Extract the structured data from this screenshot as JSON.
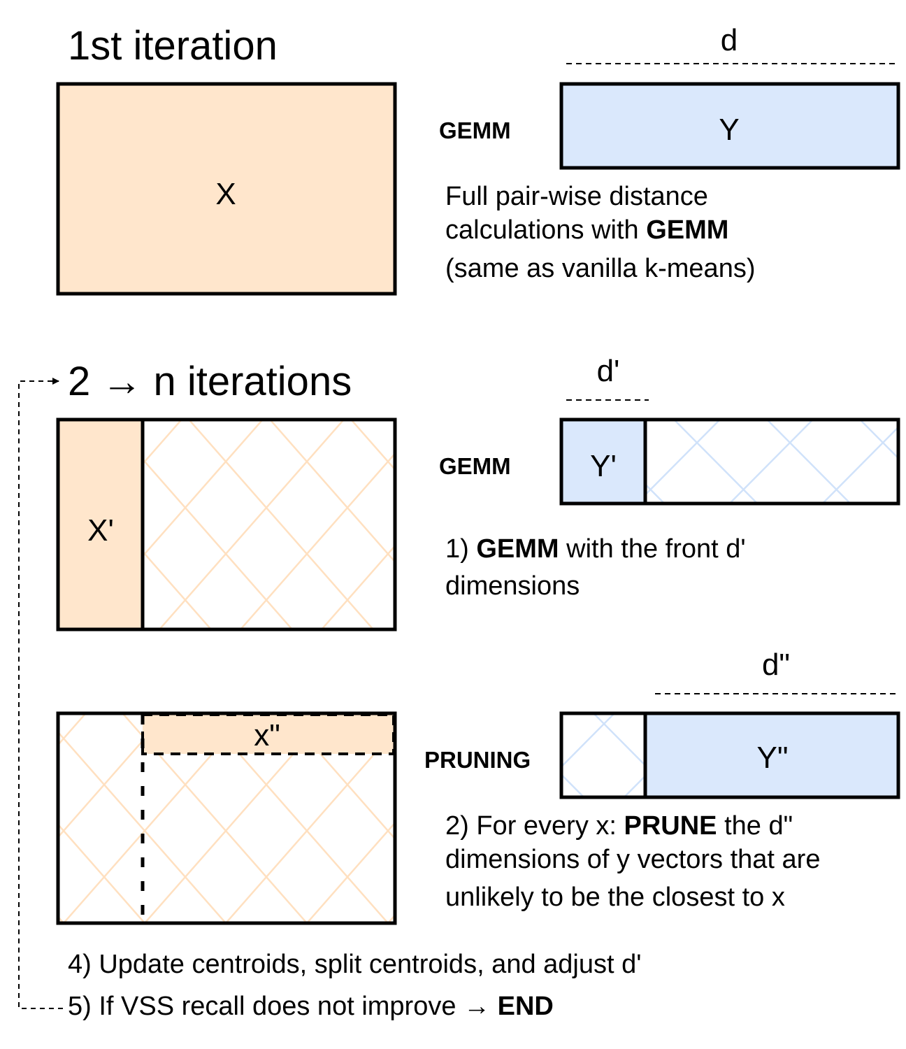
{
  "colors": {
    "x_fill": "#FFE6CC",
    "y_fill": "#DAE8FC",
    "x_hatch": "#FFE0C0",
    "y_hatch": "#D0E2FA"
  },
  "section1": {
    "title": "1st iteration",
    "x_label": "X",
    "op": "GEMM",
    "dim_label": "d",
    "y_label": "Y",
    "desc": {
      "line1": "Full pair-wise distance",
      "line2_pre": "calculations with ",
      "line2_bold": "GEMM",
      "line3": "(same as vanilla k-means)"
    }
  },
  "section2": {
    "title": "2 → n iterations",
    "x_label": "X'",
    "op": "GEMM",
    "dim_label": "d'",
    "y_label": "Y'",
    "desc": {
      "line1_pre": "1) ",
      "line1_bold": "GEMM",
      "line1_post": " with the front d'",
      "line2": "dimensions"
    }
  },
  "section3": {
    "x_label": "x\"",
    "op": "PRUNING",
    "dim_label": "d\"",
    "y_label": "Y\"",
    "desc": {
      "line1_pre": "2) For every x: ",
      "line1_bold": "PRUNE",
      "line1_post": " the d\"",
      "line2": "dimensions of y vectors that are",
      "line3": "unlikely to be the closest to x"
    }
  },
  "footer": {
    "step4": "4) Update centroids, split centroids, and adjust d'",
    "step5_pre": "5) If VSS recall does not improve → ",
    "step5_bold": "END"
  }
}
